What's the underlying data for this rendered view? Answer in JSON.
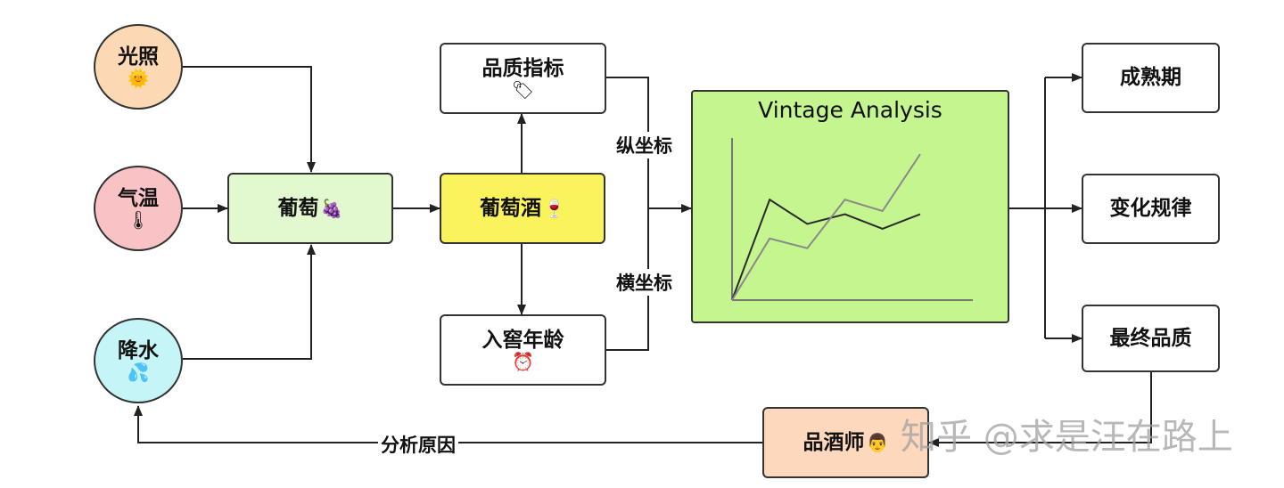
{
  "nodes": {
    "sunlight": {
      "label": "光照",
      "icon": "sun-face-icon",
      "icon_glyph": "🌞",
      "color": "#fcd9b4"
    },
    "temperature": {
      "label": "气温",
      "icon": "thermometer-icon",
      "icon_glyph": "🌡",
      "color": "#f9c3c6"
    },
    "rainfall": {
      "label": "降水",
      "icon": "droplets-icon",
      "icon_glyph": "💦",
      "color": "#c6f5f7"
    },
    "grapes": {
      "label": "葡萄",
      "icon": "grapes-icon",
      "icon_glyph": "🍇",
      "color": "#e2f8cf"
    },
    "wine": {
      "label": "葡萄酒",
      "icon": "wine-glass-icon",
      "icon_glyph": "🍷",
      "color": "#fbf35c"
    },
    "quality_metric": {
      "label": "品质指标",
      "icon": "tag-icon",
      "icon_glyph": "🏷"
    },
    "cellar_age": {
      "label": "入窖年龄",
      "icon": "alarm-clock-icon",
      "icon_glyph": "⏰"
    },
    "maturity": {
      "label": "成熟期"
    },
    "change_pattern": {
      "label": "变化规律"
    },
    "final_quality": {
      "label": "最终品质"
    },
    "sommelier": {
      "label": "品酒师",
      "icon": "person-icon",
      "icon_glyph": "👨",
      "color": "#fdd8bd"
    }
  },
  "edge_labels": {
    "y_axis": "纵坐标",
    "x_axis": "横坐标",
    "analyze_cause": "分析原因"
  },
  "chart_data": {
    "type": "line",
    "title": "Vintage Analysis",
    "x": [
      0,
      1,
      2,
      3,
      4,
      5,
      6
    ],
    "series": [
      {
        "values": [
          0,
          62,
          47,
          53,
          44,
          53
        ],
        "color": "#2a2a2a"
      },
      {
        "values": [
          0,
          38,
          32,
          62,
          55,
          90
        ],
        "color": "#8a8a8a"
      }
    ],
    "xlim": [
      0,
      6.4
    ],
    "ylim": [
      0,
      100
    ],
    "grid": false
  },
  "watermark": "知乎 @求是汪在路上"
}
